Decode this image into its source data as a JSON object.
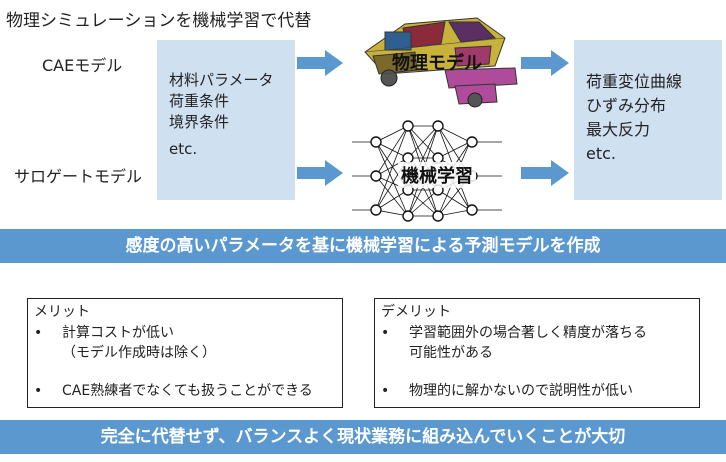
{
  "title": "物理シミュレーションを機械学習で代替",
  "labels": {
    "cae": "CAEモデル",
    "surrogate": "サロゲートモデル"
  },
  "inputs": [
    "材料パラメータ",
    "荷重条件",
    "境界条件",
    "etc."
  ],
  "models": {
    "physics": "物理モデル",
    "ml": "機械学習"
  },
  "outputs": [
    "荷重変位曲線",
    "ひずみ分布",
    "最大反力",
    "etc."
  ],
  "banner_top": "感度の高いパラメータを基に機械学習による予測モデルを作成",
  "merits": {
    "title": "メリット",
    "items": [
      {
        "bullet": "•",
        "lines": [
          "計算コストが低い",
          "（モデル作成時は除く）"
        ]
      },
      {
        "bullet": "•",
        "lines": [
          "CAE熟練者でなくても扱うことができる"
        ]
      }
    ]
  },
  "demerits": {
    "title": "デメリット",
    "items": [
      {
        "bullet": "•",
        "lines": [
          "学習範囲外の場合著しく精度が落ちる",
          "可能性がある"
        ]
      },
      {
        "bullet": "•",
        "lines": [
          "物理的に解かないので説明性が低い"
        ]
      }
    ]
  },
  "banner_bottom": "完全に代替せず、バランスよく現状業務に組み込んでいくことが大切",
  "colors": {
    "box_fill": "#cfe0f1",
    "arrow": "#5a98cf",
    "banner": "#5a98cf"
  },
  "icons": {
    "physics": "car-fem-model-icon",
    "ml": "neural-network-icon"
  }
}
